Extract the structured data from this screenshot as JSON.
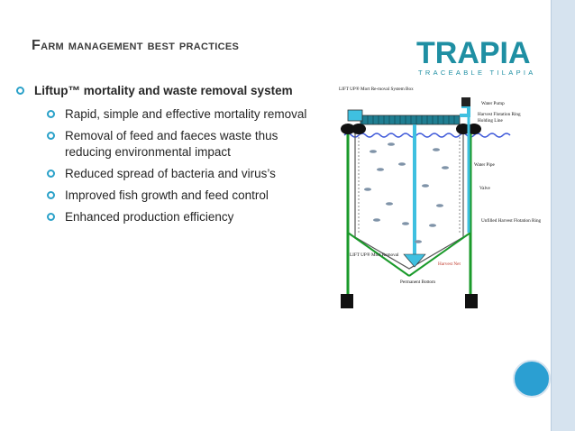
{
  "slide": {
    "title": "Farm management best practices",
    "bullets": {
      "main": "Liftup™ mortality and waste removal system",
      "sub": [
        "Rapid, simple and effective mortality removal",
        "Removal of feed and faeces waste thus reducing environmental impact",
        "Reduced spread of bacteria and virus’s",
        "Improved fish growth and feed control",
        "Enhanced production efficiency"
      ]
    }
  },
  "logo": {
    "name": "TRAPIA",
    "tagline": "TRACEABLE TILAPIA"
  },
  "diagram": {
    "labels": {
      "system_box": "LIFT UP® Mort Re-moval System Box",
      "water_pump": "Water Pump",
      "harvest_ring": "Harvest Flotation Ring",
      "holding_line": "Holding Line",
      "water_pipe": "Water Pipe",
      "valve": "Valve",
      "unfilled_ring": "Unfilled Harvest Flotation Ring",
      "mort_removal": "LIFT UP® Mort Removal",
      "harvest_net": "Harvest Net",
      "permanent_bottom": "Permanent Bottom"
    }
  },
  "colors": {
    "accent": "#2aa1c9",
    "frame_green": "#1a9a2a",
    "logo_teal": "#1f8fa3"
  }
}
